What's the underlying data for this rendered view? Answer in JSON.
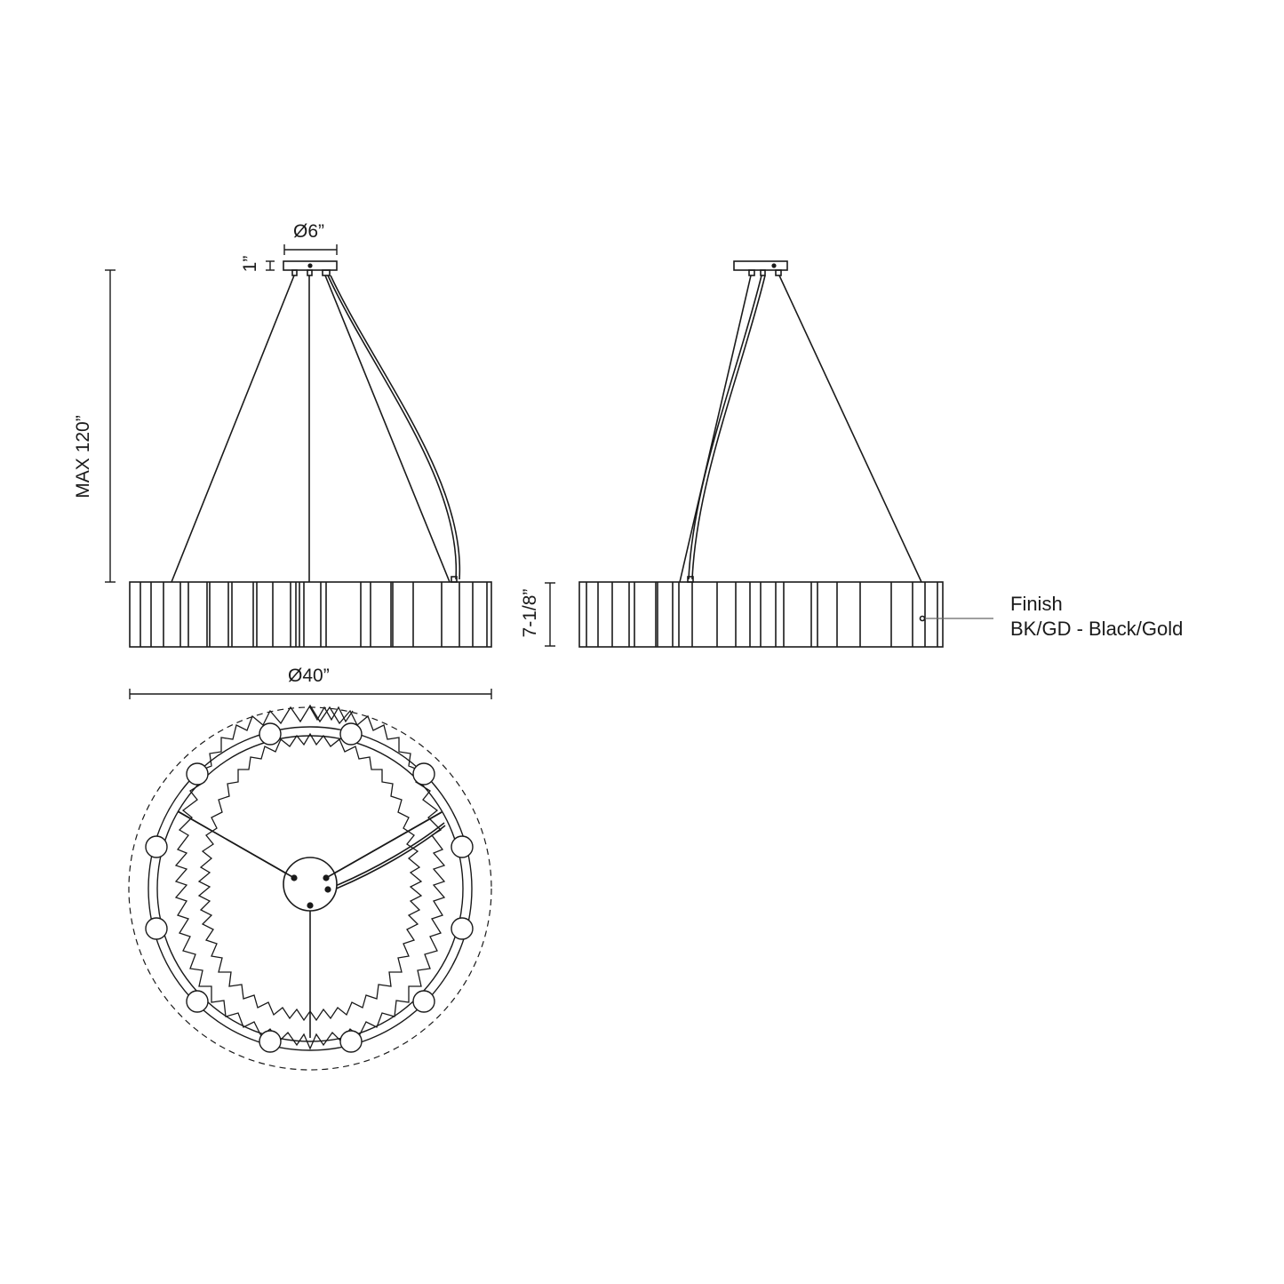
{
  "drawing": {
    "type": "technical dimension drawing",
    "subject": "circular pendant chandelier",
    "views": [
      "front elevation",
      "side elevation",
      "top plan"
    ]
  },
  "dimensions": {
    "canopy_diameter": "Ø6”",
    "canopy_height": "1”",
    "max_overall_height": "MAX 120”",
    "body_height": "7-1/8”",
    "body_diameter": "Ø40”"
  },
  "finish": {
    "heading": "Finish",
    "option": "BK/GD - Black/Gold"
  },
  "plan_view": {
    "light_count": 12,
    "suspension_cables": 3
  },
  "colors": {
    "line": "#1a1a1a",
    "background": "#ffffff",
    "leader": "#666666"
  }
}
